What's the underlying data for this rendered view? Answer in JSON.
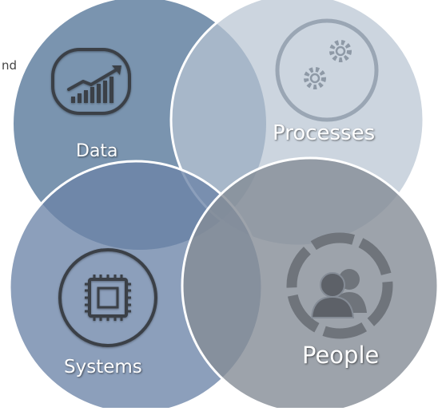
{
  "partial_text": "nd",
  "circles": [
    {
      "key": "data",
      "label": "Data",
      "icon": "bar-chart-growth-icon",
      "color": "#5d7d9e"
    },
    {
      "key": "processes",
      "label": "Processes",
      "icon": "gears-icon",
      "color": "#bfcad6"
    },
    {
      "key": "systems",
      "label": "Systems",
      "icon": "chip-icon",
      "color": "#7f93b3"
    },
    {
      "key": "people",
      "label": "People",
      "icon": "people-group-icon",
      "color": "#8c929b"
    }
  ]
}
